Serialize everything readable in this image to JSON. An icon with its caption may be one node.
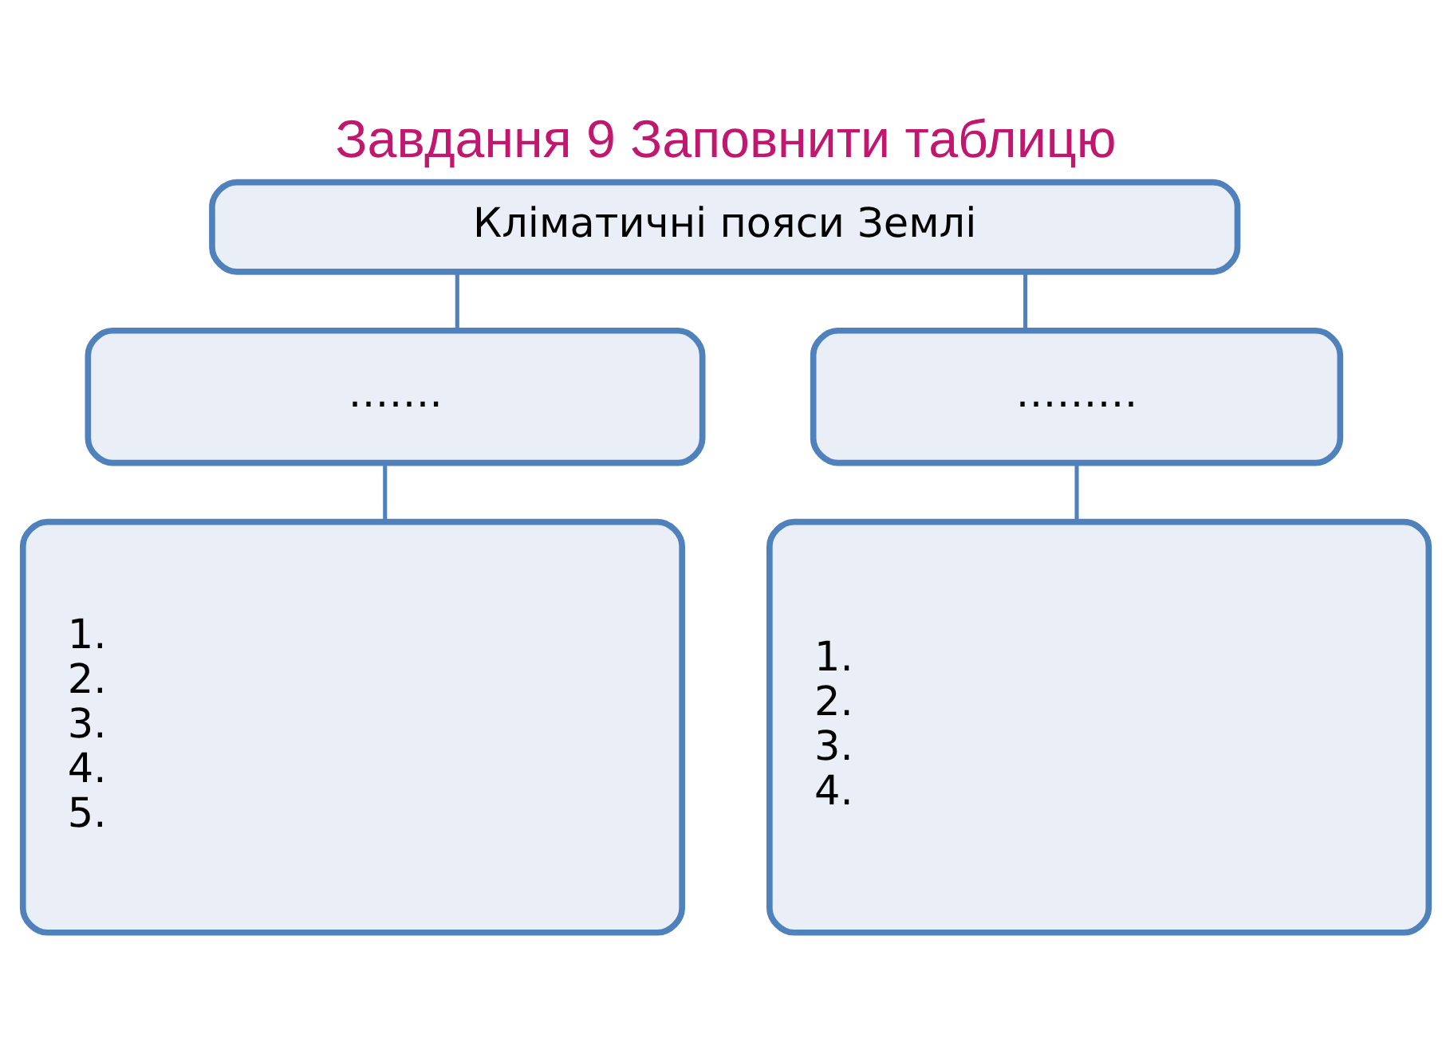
{
  "diagram": {
    "title": "Завдання 9 Заповнити таблицю",
    "nodes": [
      {
        "text": [
          "Кліматичні пояси Землі"
        ]
      },
      {
        "text": [
          "……."
        ]
      },
      {
        "text": [
          "………"
        ]
      },
      {
        "text": [
          "1.",
          "2.",
          "3.",
          "4.",
          "5."
        ]
      },
      {
        "text": [
          "1.",
          "2.",
          "3.",
          "4."
        ]
      }
    ],
    "edges": [
      {
        "from": 0,
        "to": 1,
        "arrow": "none"
      },
      {
        "from": 0,
        "to": 2,
        "arrow": "none"
      },
      {
        "from": 1,
        "to": 3,
        "arrow": "none"
      },
      {
        "from": 2,
        "to": 4,
        "arrow": "none"
      }
    ]
  }
}
